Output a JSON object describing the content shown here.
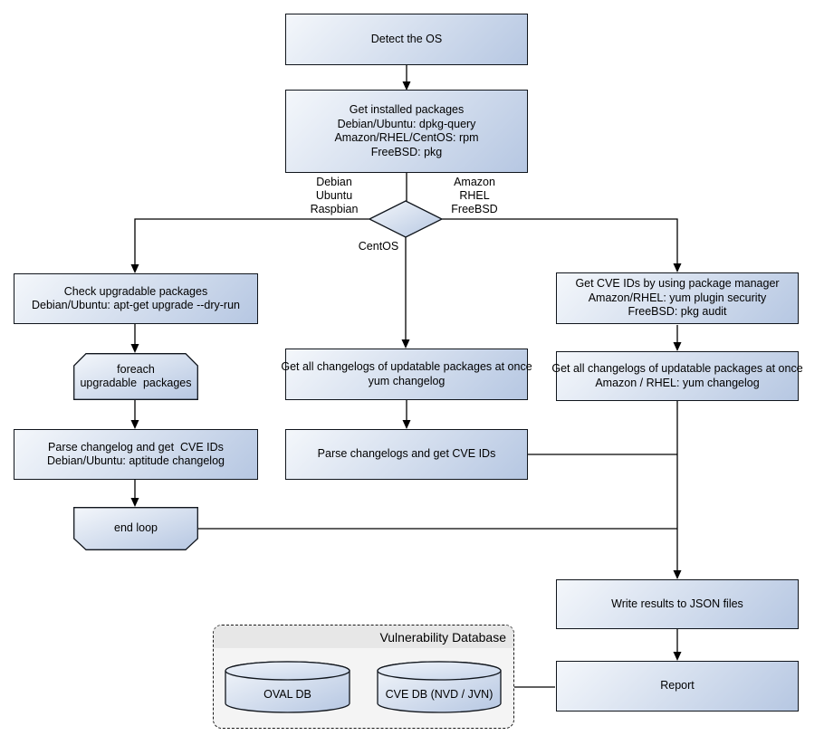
{
  "diagram": {
    "nodes": {
      "detect_os": {
        "label": "Detect the OS"
      },
      "get_installed_packages": {
        "label": "Get installed packages\nDebian/Ubuntu: dpkg-query\nAmazon/RHEL/CentOS: rpm\nFreeBSD: pkg"
      },
      "check_upgradable": {
        "label": "Check upgradable packages\nDebian/Ubuntu: apt-get upgrade --dry-run"
      },
      "foreach_loop_start": {
        "label": "foreach\nupgradable  packages"
      },
      "parse_changelog_debian": {
        "label": "Parse changelog and get  CVE IDs\nDebian/Ubuntu: aptitude changelog"
      },
      "end_loop": {
        "label": "end loop"
      },
      "get_changelogs_centos": {
        "label": "Get all changelogs of updatable packages at once\nyum changelog"
      },
      "parse_changelogs_centos": {
        "label": "Parse changelogs and get CVE IDs"
      },
      "get_cve_ids_pkg_manager": {
        "label": "Get CVE IDs by using package manager\nAmazon/RHEL: yum plugin security\nFreeBSD: pkg audit"
      },
      "get_changelogs_amazon": {
        "label": "Get all changelogs of updatable packages at once\nAmazon / RHEL: yum changelog"
      },
      "write_json": {
        "label": "Write results to JSON files"
      },
      "report": {
        "label": "Report"
      }
    },
    "branch_labels": {
      "left": "Debian\nUbuntu\nRaspbian",
      "right": "Amazon\nRHEL\nFreeBSD",
      "bottom": "CentOS"
    },
    "database": {
      "title": "Vulnerability Database",
      "cylinders": [
        {
          "label": "OVAL DB"
        },
        {
          "label": "CVE DB (NVD / JVN)"
        }
      ]
    },
    "colors": {
      "node_gradient_start": "#f4f7fb",
      "node_gradient_end": "#b6c7e2",
      "node_border": "#10151c",
      "db_panel_fill": "#f4f4f4",
      "db_header_fill": "#e7e7e7",
      "connector": "#000000"
    }
  }
}
